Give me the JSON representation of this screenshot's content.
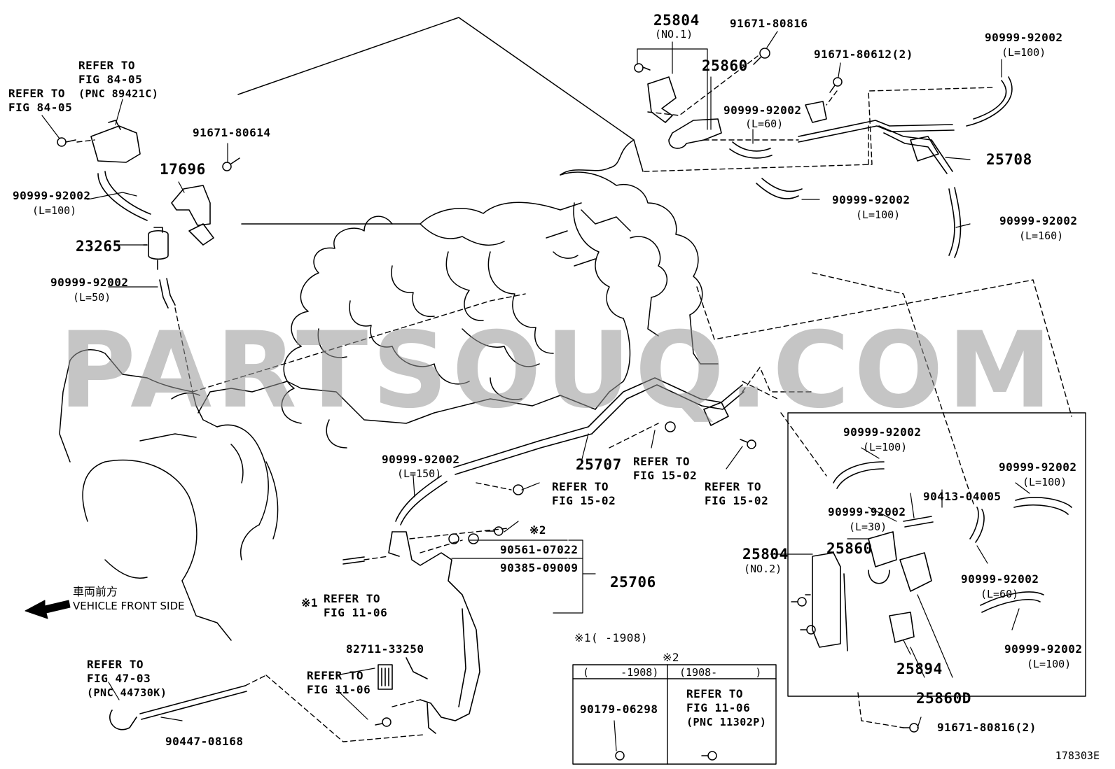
{
  "watermark": "PARTSOUQ.COM",
  "figure_code": "178303E",
  "direction": {
    "jp": "車両前方",
    "en": "VEHICLE FRONT SIDE"
  },
  "refer": {
    "fig8405_pnc": [
      "REFER TO",
      "FIG 84-05",
      "(PNC 89421C)"
    ],
    "fig8405": [
      "REFER TO",
      "FIG 84-05"
    ],
    "fig4703": [
      "REFER TO",
      "FIG 47-03",
      "(PNC 44730K)"
    ],
    "fig1106_a": [
      "REFER TO",
      "FIG 11-06"
    ],
    "fig1106_b": [
      "REFER TO",
      "FIG 11-06"
    ],
    "fig1502_a": [
      "REFER TO",
      "FIG 15-02"
    ],
    "fig1502_b": [
      "REFER TO",
      "FIG 15-02"
    ],
    "fig1502_c": [
      "REFER TO",
      "FIG 15-02"
    ]
  },
  "parts": {
    "p17696": "17696",
    "p23265": "23265",
    "p91671_80614": "91671-80614",
    "h_l100_left": "90999-92002",
    "h_l100_left_len": "(L=100)",
    "h_l50": "90999-92002",
    "h_l50_len": "(L=50)",
    "p25804_top": "25804",
    "p25804_top_sub": "(NO.1)",
    "p91671_80816": "91671-80816",
    "p91671_80612": "91671-80612(2)",
    "p25860_top": "25860",
    "h_l60_top": "90999-92002",
    "h_l60_top_len": "(L=60)",
    "h_l100_top": "90999-92002",
    "h_l100_top_len": "(L=100)",
    "h_l100_mid": "90999-92002",
    "h_l100_mid_len": "(L=100)",
    "p25708": "25708",
    "h_l160": "90999-92002",
    "h_l160_len": "(L=160)",
    "h_l150": "90999-92002",
    "h_l150_len": "(L=150)",
    "p25707": "25707",
    "p90561": "90561-07022",
    "p90385": "90385-09009",
    "p25706": "25706",
    "mark2": "※2",
    "mark1": "※1",
    "mark1_note": "※1(     -1908)",
    "p82711": "82711-33250",
    "p90447": "90447-08168",
    "box_h_l100_a": "90999-92002",
    "box_h_l100_a_len": "(L=100)",
    "box_h_l30": "90999-92002",
    "box_h_l30_len": "(L=30)",
    "box_90413": "90413-04005",
    "box_h_l100_b": "90999-92002",
    "box_h_l100_b_len": "(L=100)",
    "box_25860": "25860",
    "box_25804": "25804",
    "box_25804_sub": "(NO.2)",
    "box_h_l60": "90999-92002",
    "box_h_l60_len": "(L=60)",
    "box_h_l100_c": "90999-92002",
    "box_h_l100_c_len": "(L=100)",
    "box_25894": "25894",
    "box_25860d": "25860D",
    "p91671_80816_2": "91671-80816(2)"
  },
  "table2": {
    "title": "※2",
    "col1_head": "(     -1908)",
    "col2_head": "(1908-      )",
    "col1_part": "90179-06298",
    "col2_ref": [
      "REFER TO",
      "FIG 11-06",
      "(PNC 11302P)"
    ]
  }
}
